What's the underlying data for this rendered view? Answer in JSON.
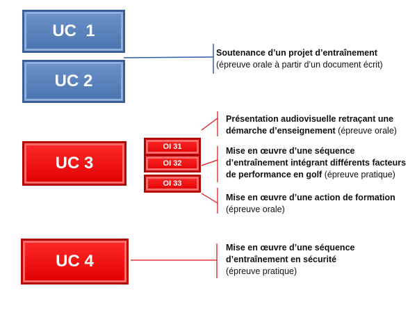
{
  "uc1": "UC  1",
  "uc2": "UC 2",
  "uc3": "UC 3",
  "uc4": "UC 4",
  "oi": [
    "OI 31",
    "OI 32",
    "OI 33"
  ],
  "uc12_text": {
    "line1_bold": "Soutenance d’un projet d’entraînement",
    "line2": "(épreuve orale à partir d’un document écrit)"
  },
  "uc3_texts": [
    {
      "bold1": "Présentation audiovisuelle retraçant une",
      "bold2": "démarche d’enseignement",
      "normal2": " (épreuve orale)"
    },
    {
      "bold1": "Mise en œuvre d’une séquence",
      "bold2": "d’entraînement intégrant différents facteurs",
      "bold3": "de performance en golf",
      "normal3": " (épreuve pratique)"
    },
    {
      "bold1": "Mise en œuvre d’une action de formation",
      "normal2": "(épreuve orale)"
    }
  ],
  "uc4_text": {
    "bold1": "Mise en œuvre d’une séquence",
    "bold2": "d’entraînement en sécurité",
    "normal3": "(épreuve pratique)"
  },
  "colors": {
    "blue": "#4a73b0",
    "red": "#e00000",
    "blue_line": "#2f5fa8",
    "red_line": "#d11"
  }
}
